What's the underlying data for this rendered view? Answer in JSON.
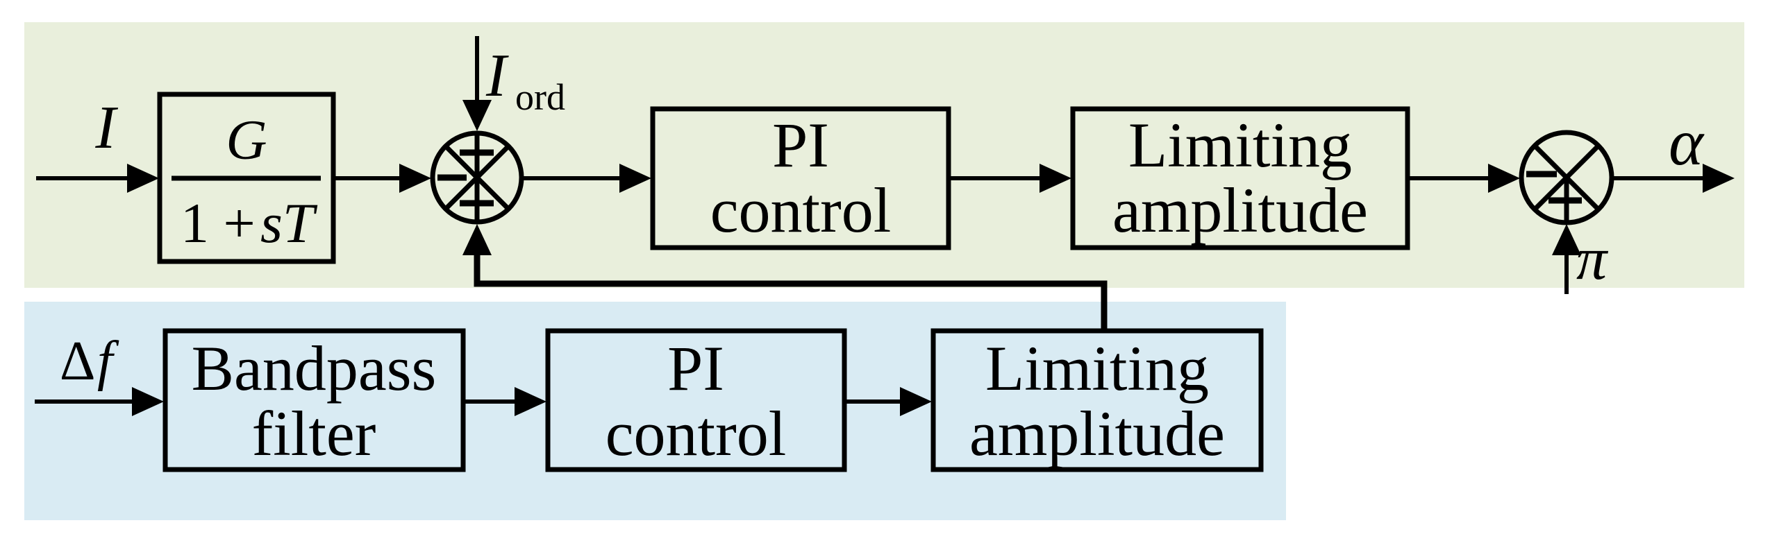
{
  "colors": {
    "top_band": "#e9efdc",
    "bottom_band": "#d9ebf3",
    "block_fill": "#ffffff",
    "line": "#000000"
  },
  "labels": {
    "input_current": "I",
    "order_current": "I",
    "order_sub": "ord",
    "delta": "Δ",
    "frequency": "f",
    "pi_constant": "π",
    "output_alpha": "α"
  },
  "blocks": {
    "transfer": {
      "numerator": "G",
      "den_coeff": "1 +",
      "den_var": "sT"
    },
    "pi_top": {
      "line1": "PI",
      "line2": "control"
    },
    "limiter_top": {
      "line1": "Limiting",
      "line2": "amplitude"
    },
    "bandpass": {
      "line1": "Bandpass",
      "line2": "filter"
    },
    "pi_bottom": {
      "line1": "PI",
      "line2": "control"
    },
    "limiter_bottom": {
      "line1": "Limiting",
      "line2": "amplitude"
    }
  },
  "junctions": {
    "current_sum": {
      "top_sign": "+",
      "left_sign": "−",
      "bottom_sign": "+"
    },
    "output_sum": {
      "left_sign": "−",
      "bottom_sign": "+"
    }
  }
}
